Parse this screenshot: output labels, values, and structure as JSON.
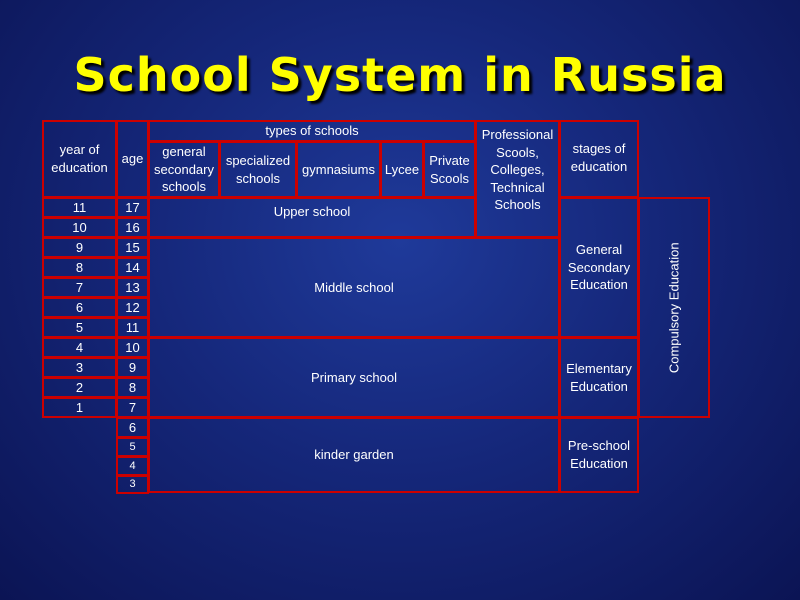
{
  "title": "School System in Russia",
  "headers": {
    "year_of_education": "year of\neducation",
    "age": "age",
    "types_of_schools": "types of schools",
    "general_secondary_schools": "general\nsecondary\nschools",
    "specialized_schools": "specialized\nschools",
    "gymnasiums": "gymnasiums",
    "lycee": "Lycee",
    "private_scools": "Private\nScools",
    "professional": "Professional\nScools,\nColleges,\nTechnical\nSchools",
    "stages_of_education": "stages of\neducation"
  },
  "rows": [
    {
      "year": "11",
      "age": "17"
    },
    {
      "year": "10",
      "age": "16"
    },
    {
      "year": "9",
      "age": "15"
    },
    {
      "year": "8",
      "age": "14"
    },
    {
      "year": "7",
      "age": "13"
    },
    {
      "year": "6",
      "age": "12"
    },
    {
      "year": "5",
      "age": "11"
    },
    {
      "year": "4",
      "age": "10"
    },
    {
      "year": "3",
      "age": "9"
    },
    {
      "year": "2",
      "age": "8"
    },
    {
      "year": "1",
      "age": "7"
    },
    {
      "year": "",
      "age": "6"
    },
    {
      "year": "",
      "age": "5"
    },
    {
      "year": "",
      "age": "4"
    },
    {
      "year": "",
      "age": "3"
    }
  ],
  "blocks": {
    "upper_school": "Upper school",
    "middle_school": "Middle school",
    "primary_school": "Primary school",
    "kinder_garden": "kinder garden"
  },
  "stages": {
    "general_secondary": "General\nSecondary\nEducation",
    "elementary": "Elementary\nEducation",
    "pre_school": "Pre-school\nEducation",
    "compulsory": "Compulsory Education"
  },
  "colors": {
    "border": "#cc0000",
    "title": "#ffff00",
    "text": "#ffffff",
    "background": "#15277a"
  }
}
